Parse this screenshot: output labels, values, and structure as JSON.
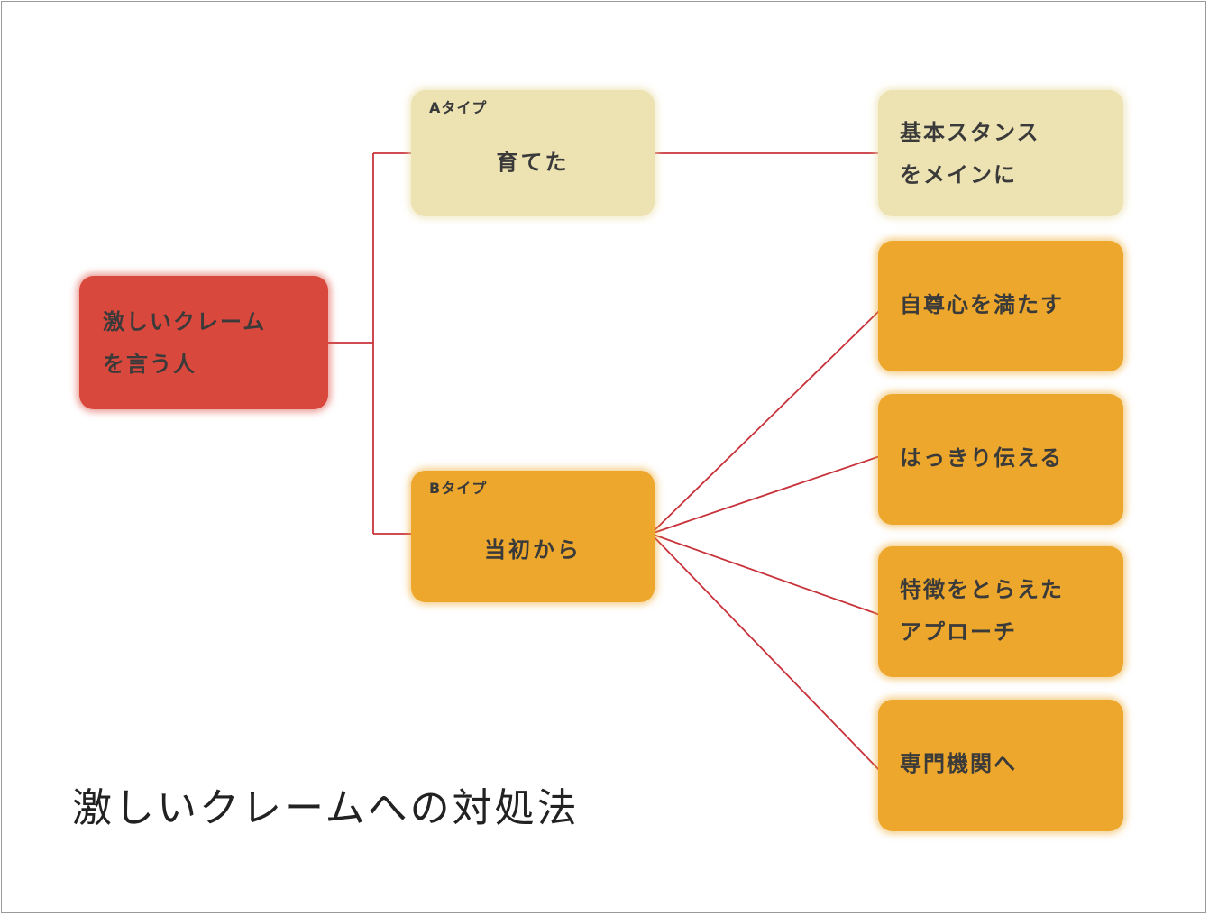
{
  "title": "激しいクレームへの対処法",
  "colors": {
    "root": "#d9483d",
    "pale": "#ece2b2",
    "orange": "#eca72c",
    "connector": "#c8323a"
  },
  "root": {
    "text": "激しいクレーム\nを言う人"
  },
  "types": [
    {
      "label": "Aタイプ",
      "text": "育てた",
      "children": [
        {
          "text": "基本スタンス\nをメインに"
        }
      ]
    },
    {
      "label": "Bタイプ",
      "text": "当初から",
      "children": [
        {
          "text": "自尊心を満たす"
        },
        {
          "text": "はっきり伝える"
        },
        {
          "text": "特徴をとらえた\nアプローチ"
        },
        {
          "text": "専門機関へ"
        }
      ]
    }
  ]
}
